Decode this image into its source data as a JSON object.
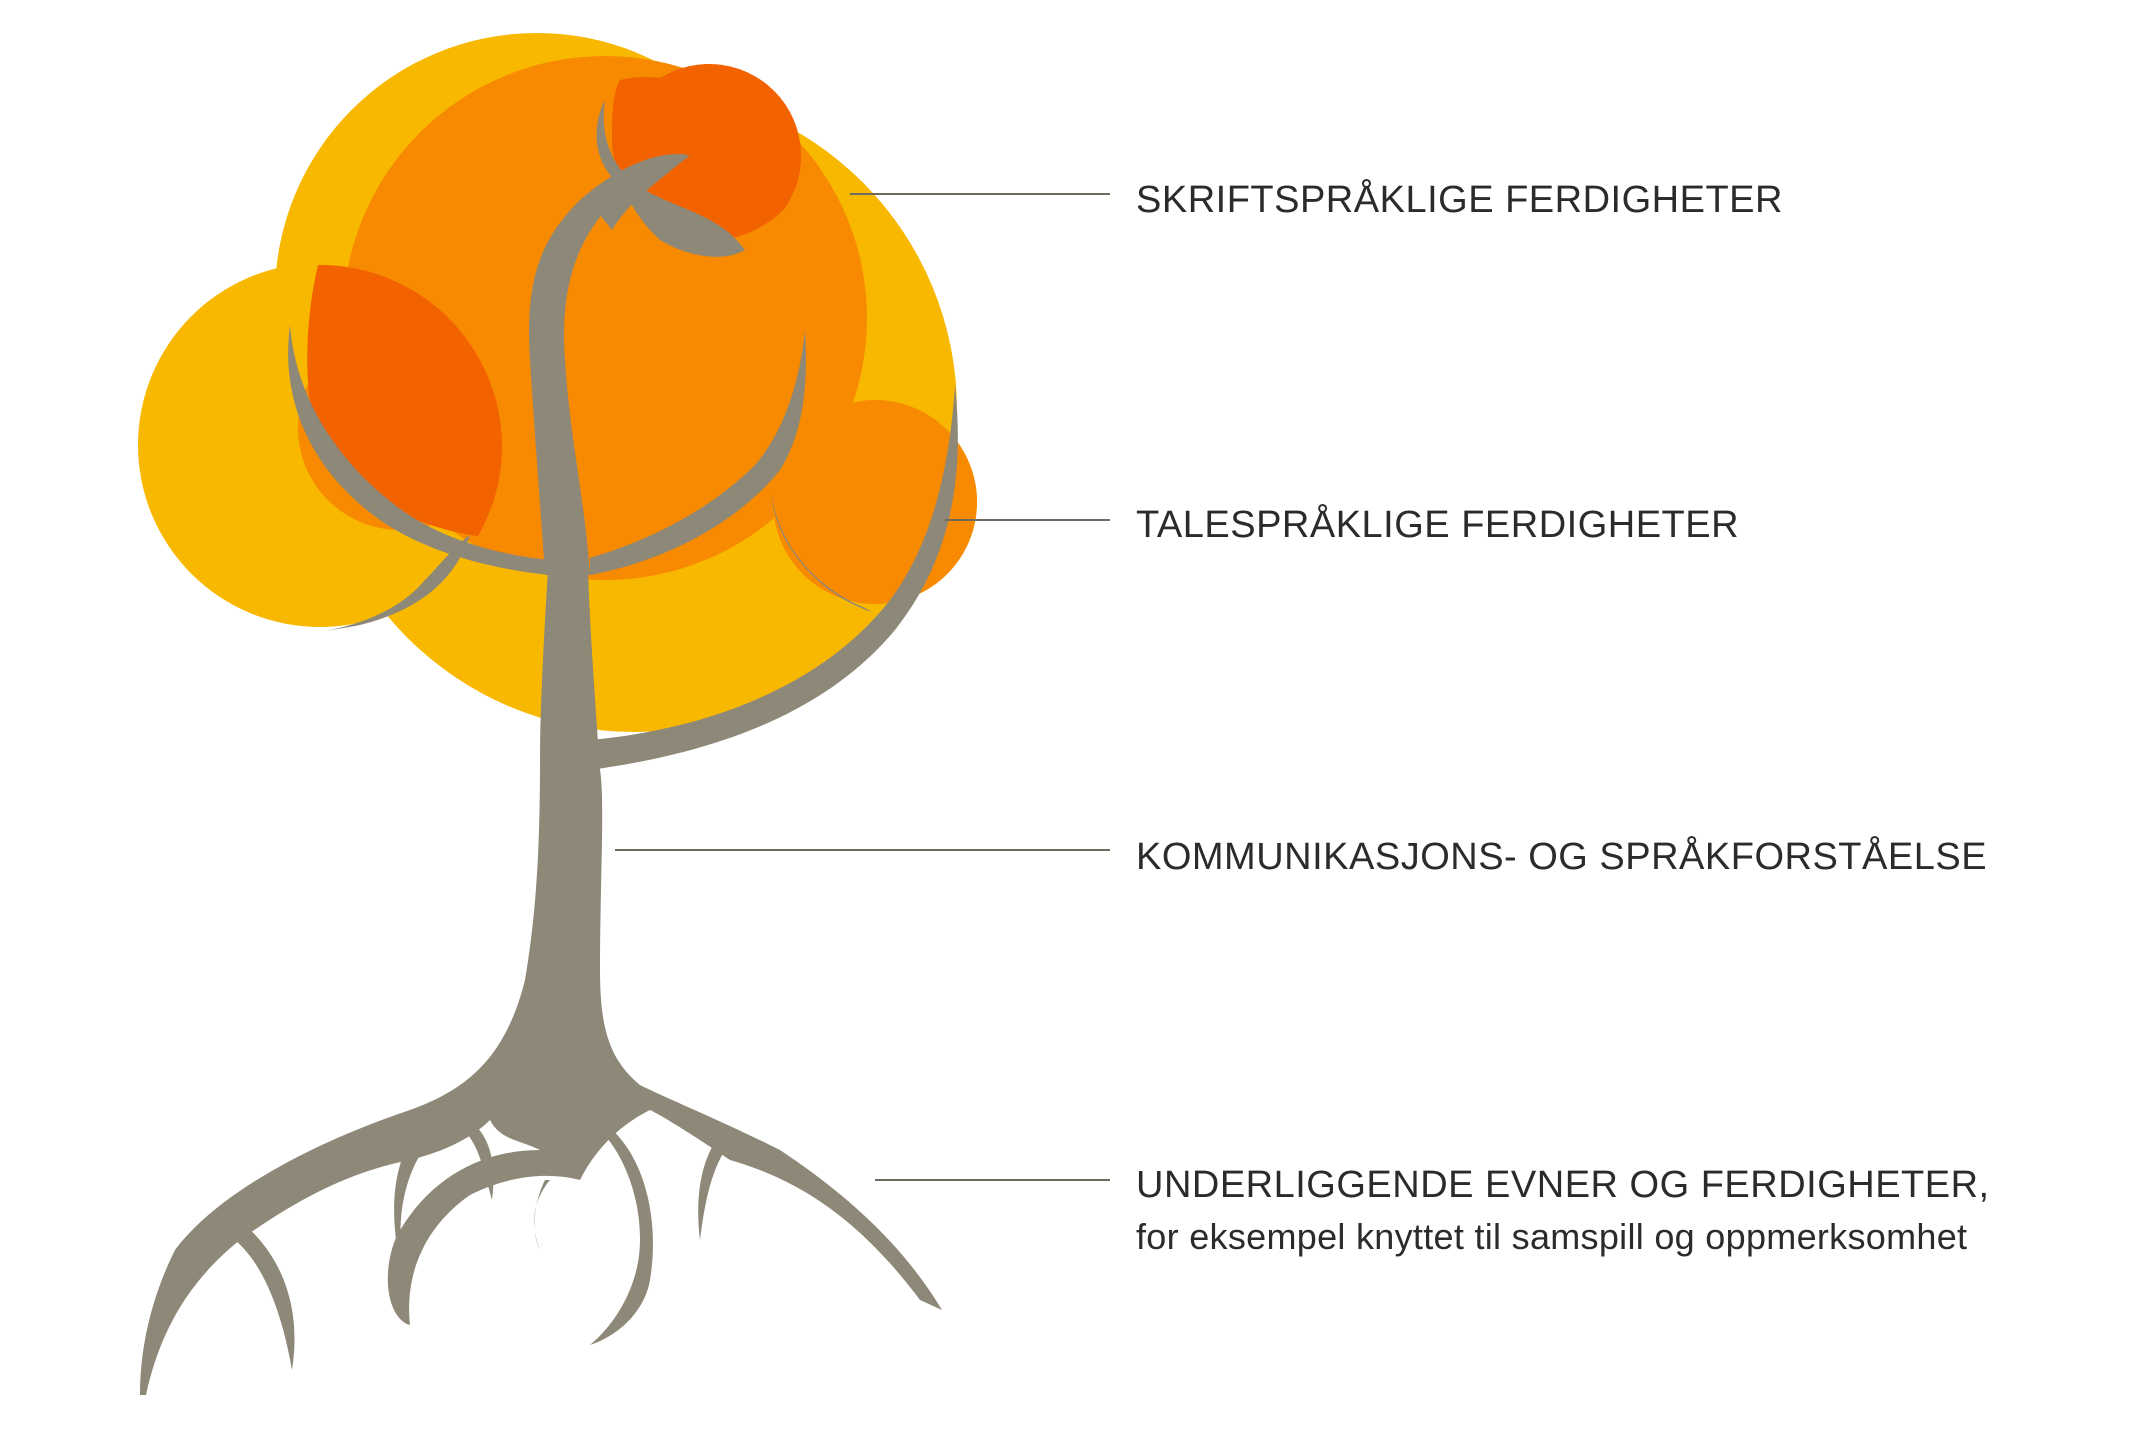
{
  "labels": {
    "written_skills": "SKRIFTSPRÅKLIGE FERDIGHETER",
    "spoken_skills": "TALESPRÅKLIGE FERDIGHETER",
    "communication": "KOMMUNIKASJONS- OG SPRÅKFORSTÅELSE",
    "underlying_title": "UNDERLIGGENDE EVNER OG FERDIGHETER,",
    "underlying_sub": "for eksempel knyttet til samspill og oppmerksomhet"
  },
  "colors": {
    "canopy_yellow": "#F9B800",
    "canopy_orange": "#F78A00",
    "canopy_red": "#F26300",
    "trunk_gray": "#8E8878",
    "leader_line": "#6E6A60"
  }
}
